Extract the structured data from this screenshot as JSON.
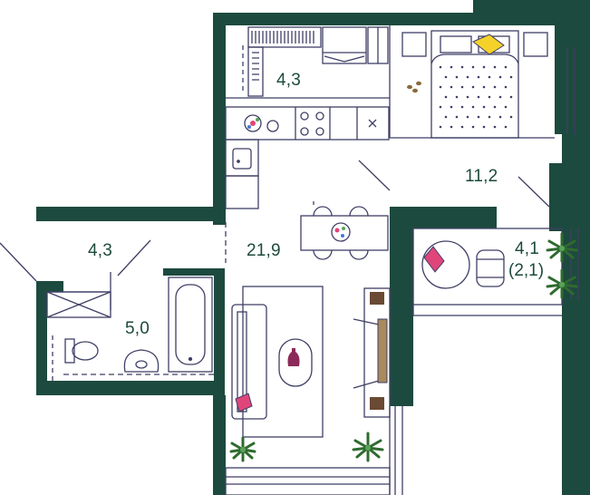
{
  "colors": {
    "wall": "#1d4a3e",
    "line": "#3f3f66",
    "accent_pink": "#e0457a",
    "accent_yellow": "#f5d22a",
    "plant": "#2e6b2e",
    "plant_light": "#5aa35a",
    "vase": "#8c2a5a",
    "background": "#ffffff"
  },
  "rooms": {
    "wardrobe": {
      "area": "4,3"
    },
    "bedroom": {
      "area": "11,2"
    },
    "hall": {
      "area": "4,3"
    },
    "living_kitchen": {
      "area": "21,9"
    },
    "bathroom": {
      "area": "5,0"
    },
    "balcony": {
      "area": "4,1",
      "area_reduced": "(2,1)"
    }
  }
}
